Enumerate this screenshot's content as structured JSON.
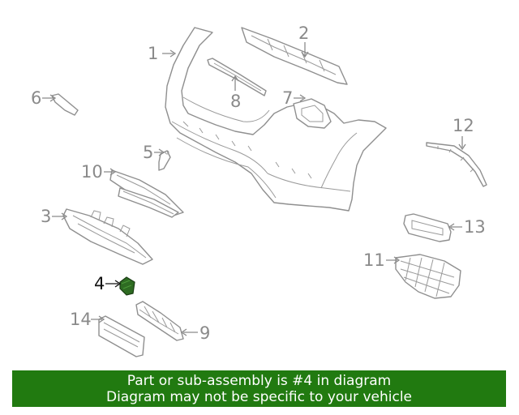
{
  "diagram": {
    "callouts": [
      {
        "id": "1",
        "label": "1"
      },
      {
        "id": "2",
        "label": "2"
      },
      {
        "id": "3",
        "label": "3"
      },
      {
        "id": "4",
        "label": "4"
      },
      {
        "id": "5",
        "label": "5"
      },
      {
        "id": "6",
        "label": "6"
      },
      {
        "id": "7",
        "label": "7"
      },
      {
        "id": "8",
        "label": "8"
      },
      {
        "id": "9",
        "label": "9"
      },
      {
        "id": "10",
        "label": "10"
      },
      {
        "id": "11",
        "label": "11"
      },
      {
        "id": "12",
        "label": "12"
      },
      {
        "id": "13",
        "label": "13"
      },
      {
        "id": "14",
        "label": "14"
      }
    ],
    "highlighted_part": "4",
    "highlight_color": "#2e6b22"
  },
  "banner": {
    "line1": "Part or sub-assembly is #4 in diagram",
    "line2": "Diagram may not be specific to your vehicle",
    "background": "#217a10"
  }
}
